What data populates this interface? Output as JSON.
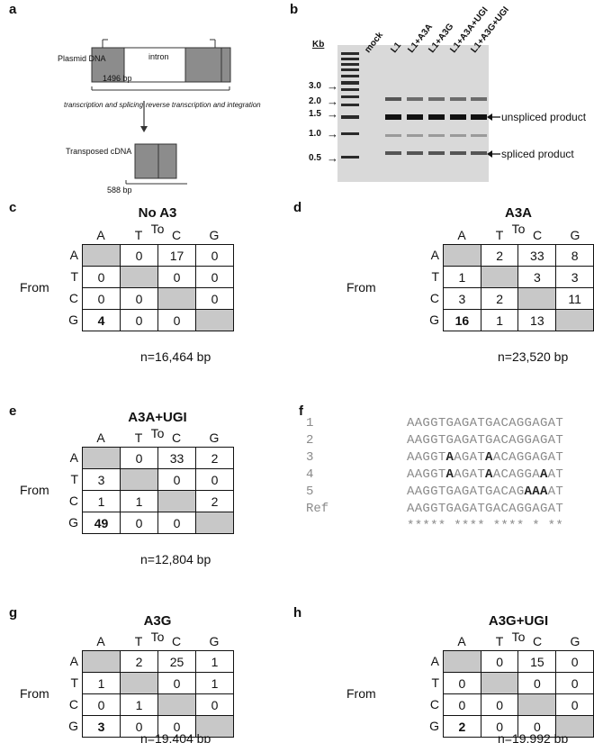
{
  "panel_a": {
    "letter": "a",
    "plasmid_label": "Plasmid DNA",
    "intron_label": "intron",
    "plasmid_size": "1496 bp",
    "arrow_left_label": "transcription and splicing",
    "arrow_right_label": "reverse transcription and integration",
    "cdna_label": "Transposed cDNA",
    "cdna_size": "588 bp"
  },
  "panel_b": {
    "letter": "b",
    "kb_label": "Kb",
    "ladder_marks": [
      "3.0",
      "2.0",
      "1.5",
      "1.0",
      "0.5"
    ],
    "lanes": [
      "mock",
      "L1",
      "L1+A3A",
      "L1+A3G",
      "L1+A3A+UGI",
      "L1+A3G+UGI"
    ],
    "unspliced_label": "unspliced product",
    "spliced_label": "spliced product"
  },
  "matrix_axis": {
    "to": "To",
    "from": "From",
    "bases": [
      "A",
      "T",
      "C",
      "G"
    ]
  },
  "matrices": [
    {
      "letter": "c",
      "title": "No A3",
      "n": "n=16,464 bp",
      "rows": [
        [
          "",
          "0",
          "17",
          "0"
        ],
        [
          "0",
          "",
          "0",
          "0"
        ],
        [
          "0",
          "0",
          "",
          "0"
        ],
        [
          "4",
          "0",
          "0",
          ""
        ]
      ]
    },
    {
      "letter": "d",
      "title": "A3A",
      "n": "n=23,520 bp",
      "rows": [
        [
          "",
          "2",
          "33",
          "8"
        ],
        [
          "1",
          "",
          "3",
          "3"
        ],
        [
          "3",
          "2",
          "",
          "11"
        ],
        [
          "16",
          "1",
          "13",
          ""
        ]
      ]
    },
    {
      "letter": "e",
      "title": "A3A+UGI",
      "n": "n=12,804 bp",
      "rows": [
        [
          "",
          "0",
          "33",
          "2"
        ],
        [
          "3",
          "",
          "0",
          "0"
        ],
        [
          "1",
          "1",
          "",
          "2"
        ],
        [
          "49",
          "0",
          "0",
          ""
        ]
      ]
    },
    {
      "letter": "g",
      "title": "A3G",
      "n": "n=19,404 bp",
      "rows": [
        [
          "",
          "2",
          "25",
          "1"
        ],
        [
          "1",
          "",
          "0",
          "1"
        ],
        [
          "0",
          "1",
          "",
          "0"
        ],
        [
          "3",
          "0",
          "0",
          ""
        ]
      ]
    },
    {
      "letter": "h",
      "title": "A3G+UGI",
      "n": "n=19,992 bp",
      "rows": [
        [
          "",
          "0",
          "15",
          "0"
        ],
        [
          "0",
          "",
          "0",
          "0"
        ],
        [
          "0",
          "0",
          "",
          "0"
        ],
        [
          "2",
          "0",
          "0",
          ""
        ]
      ]
    }
  ],
  "panel_f": {
    "letter": "f",
    "labels": [
      "1",
      "2",
      "3",
      "4",
      "5",
      "Ref"
    ],
    "sequences": [
      "AAGGTGAGATGACAGGAGAT",
      "AAGGTGAGATGACAGGAGAT",
      "AAGGTAAGATAACAGGAGAT",
      "AAGGTAAGATAACAGGAAAT",
      "AAGGTGAGATGACAGAAAAT",
      "AAGGTGAGATGACAGGAGAT"
    ],
    "mutations": [
      [],
      [],
      [
        5,
        10
      ],
      [
        5,
        10,
        17
      ],
      [
        15,
        16,
        17
      ],
      []
    ],
    "consensus": "***** **** **** * **"
  }
}
